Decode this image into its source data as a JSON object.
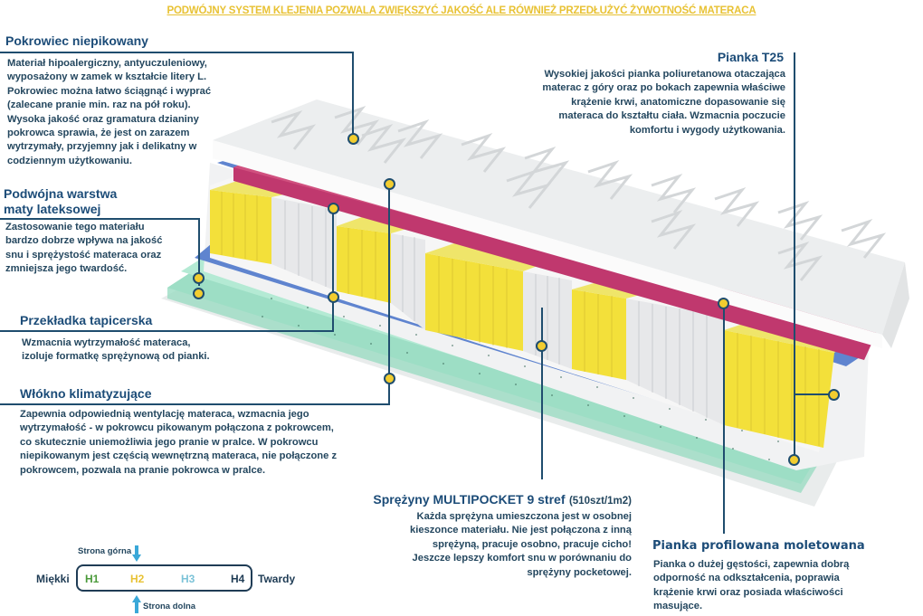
{
  "banner": "PODWÓJNY SYSTEM KLEJENIA POZWALA ZWIĘKSZYĆ JAKOŚĆ ALE RÓWNIEŻ PRZEDŁUŻYĆ ŻYWOTNOŚĆ MATERACA",
  "callouts": {
    "cover": {
      "title": "Pokrowiec  niepikowany",
      "lines": [
        "Materiał hipoalergiczny, antyuczuleniowy,",
        "wyposażony w zamek w kształcie litery L.",
        "Pokrowiec można łatwo ściągnąć i wyprać",
        "(zalecane pranie min.  raz na pół roku).",
        "Wysoka jakość oraz gramatura dzianiny",
        "pokrowca sprawia, że jest on zarazem",
        "wytrzymały, przyjemny jak i delikatny w",
        "codziennym użytkowaniu."
      ]
    },
    "latex": {
      "title_line1": "Podwójna warstwa",
      "title_line2": "maty lateksowej",
      "lines": [
        "Zastosowanie tego materiału",
        "bardzo dobrze wpływa na jakość",
        "snu i sprężystość materaca oraz",
        "zmniejsza jego twardość."
      ]
    },
    "separator": {
      "title": "Przekładka tapicerska",
      "lines": [
        "Wzmacnia wytrzymałość materaca,",
        "izoluje formatkę sprężynową od pianki."
      ]
    },
    "fiber": {
      "title": "Włókno klimatyzujące",
      "lines": [
        "Zapewnia odpowiednią wentylację materaca, wzmacnia jego",
        "wytrzymałość - w pokrowcu pikowanym połączona z pokrowcem,",
        "co skutecznie uniemożliwia jego pranie w pralce. W pokrowcu",
        "niepikowanym jest częścią wewnętrzną materaca, nie połączone z",
        "pokrowcem, pozwala na pranie pokrowca w pralce."
      ]
    },
    "foam_t25": {
      "title": "Pianka T25",
      "lines": [
        "Wysokiej jakości pianka poliuretanowa otaczająca",
        "materac z góry oraz po bokach zapewnia właściwe",
        "krążenie krwi, anatomiczne dopasowanie się",
        "materaca do kształtu ciała. Wzmacnia poczucie",
        "komfortu i wygody użytkowania."
      ]
    },
    "springs": {
      "title": "Sprężyny MULTIPOCKET 9 stref",
      "title_suffix": "(510szt/1m2)",
      "lines": [
        "Każda sprężyna umieszczona jest w osobnej",
        "kieszonce materiału. Nie jest połączona z inną",
        "sprężyną, pracuje osobno, pracuje cicho!",
        "Jeszcze lepszy komfort snu w porównaniu do",
        "sprężyny pocketowej."
      ]
    },
    "profiled": {
      "title": "Pianka profilowana moletowana",
      "lines": [
        "Pianka o dużej gęstości, zapewnia dobrą",
        "odporność na odkształcenia, poprawia",
        "krążenie krwi oraz posiada właściwości",
        "masujące."
      ]
    }
  },
  "hardness": {
    "top_label": "Strona górna",
    "bottom_label": "Strona dolna",
    "soft_label": "Miękki",
    "hard_label": "Twardy",
    "levels": [
      {
        "label": "H1",
        "color": "#4a9a3a"
      },
      {
        "label": "H2",
        "color": "#e8c234"
      },
      {
        "label": "H3",
        "color": "#7cc3d8"
      },
      {
        "label": "H4",
        "color": "#1f3c55"
      }
    ],
    "arrow_color": "#3aa8d8"
  },
  "colors": {
    "banner": "#e8c234",
    "heading": "#1c4c78",
    "line": "#1f4d6e",
    "dot": "#f2cd2f",
    "springs_yellow": "#f3e03a",
    "cover_pink": "#c0386e",
    "latex_mint": "#9fe0c7",
    "separator_blue": "#5f84cf"
  }
}
